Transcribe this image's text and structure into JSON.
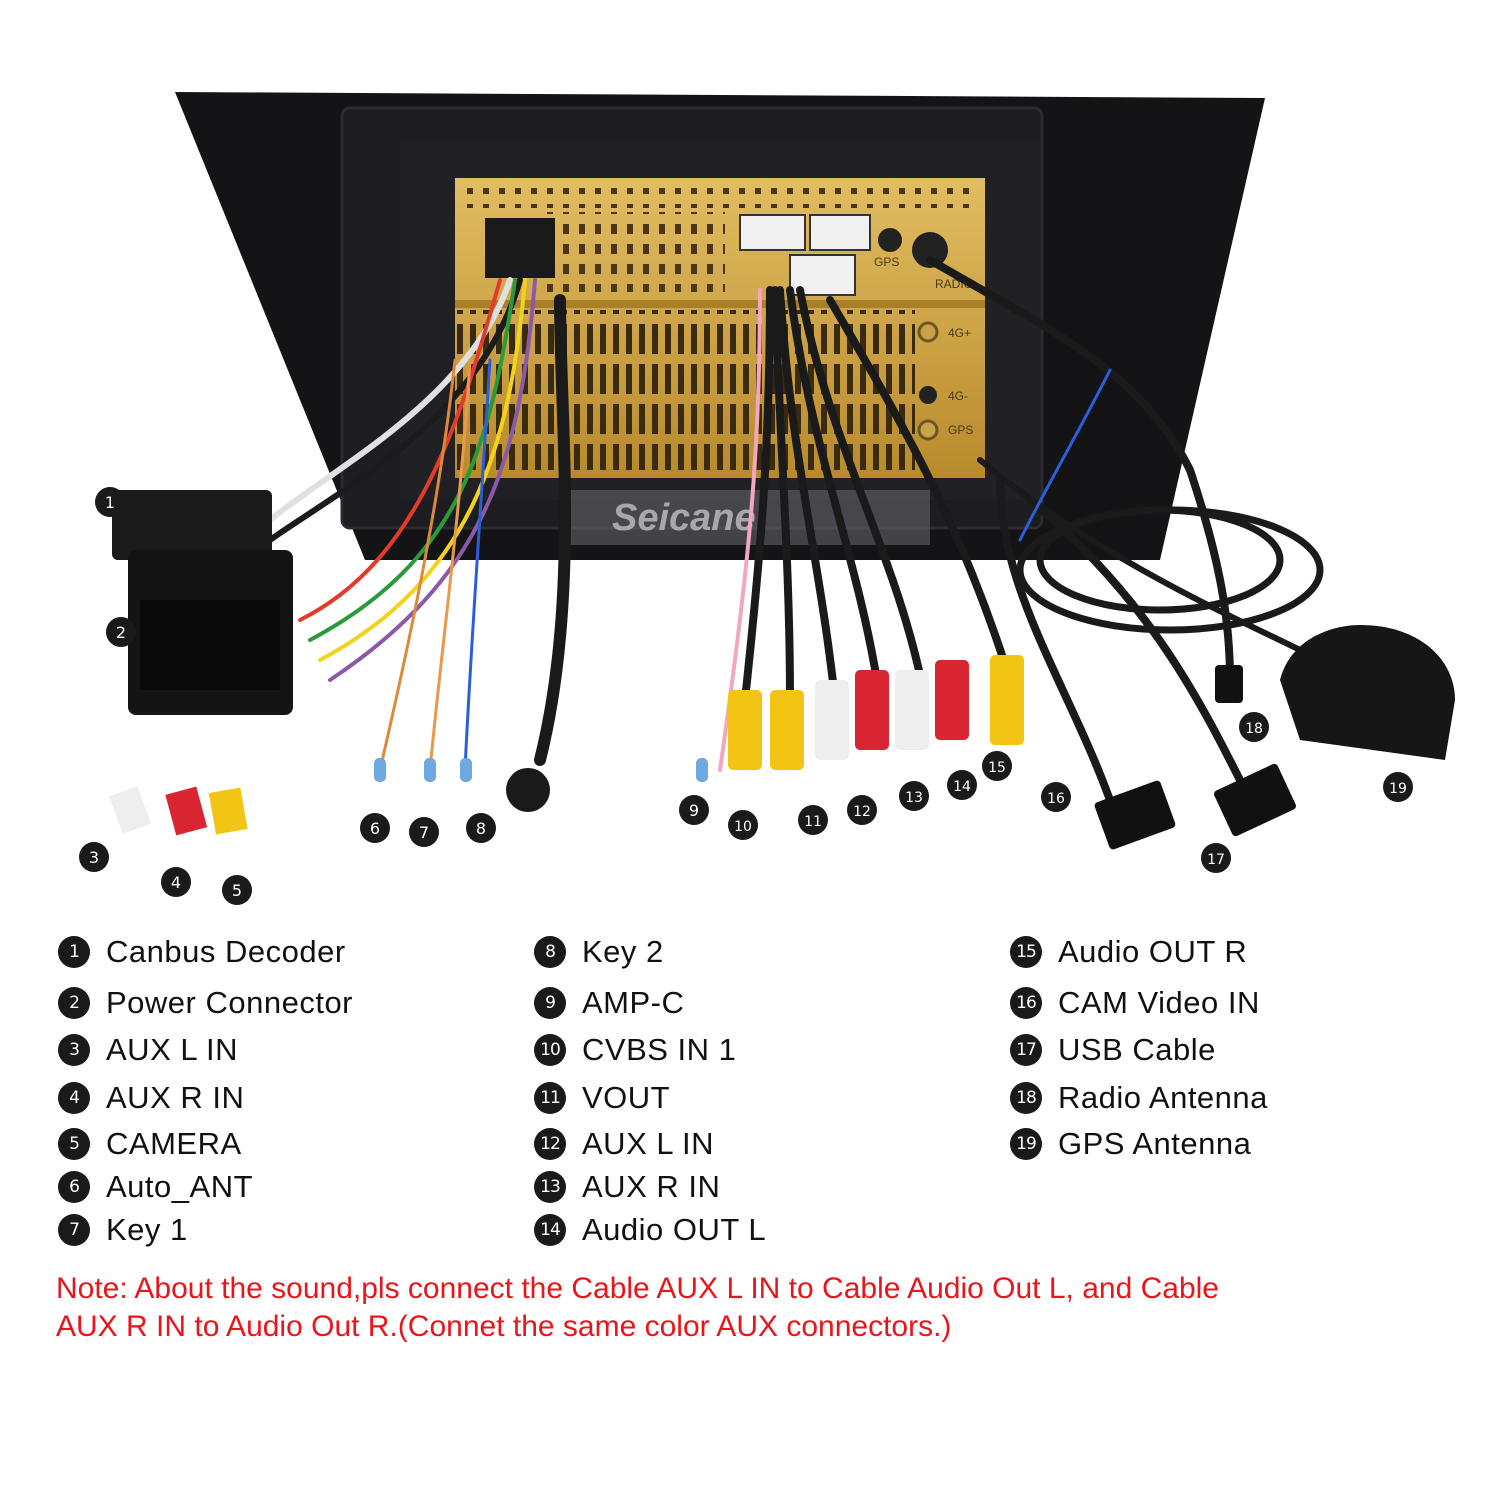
{
  "brand": {
    "watermark": "Seicane"
  },
  "panel_labels": {
    "gps": "GPS",
    "radio": "RADIO",
    "port_4g_plus": "4G+",
    "port_4g_minus": "4G-",
    "gps2": "GPS"
  },
  "callouts": [
    "1",
    "2",
    "3",
    "4",
    "5",
    "6",
    "7",
    "8",
    "9",
    "10",
    "11",
    "12",
    "13",
    "14",
    "15",
    "16",
    "17",
    "18",
    "19"
  ],
  "legend": [
    {
      "num": "1",
      "label": "Canbus Decoder"
    },
    {
      "num": "2",
      "label": "Power Connector"
    },
    {
      "num": "3",
      "label": "AUX L IN"
    },
    {
      "num": "4",
      "label": "AUX R IN"
    },
    {
      "num": "5",
      "label": "CAMERA"
    },
    {
      "num": "6",
      "label": "Auto_ANT"
    },
    {
      "num": "7",
      "label": "Key 1"
    },
    {
      "num": "8",
      "label": "Key 2"
    },
    {
      "num": "9",
      "label": "AMP-C"
    },
    {
      "num": "10",
      "label": "CVBS IN 1"
    },
    {
      "num": "11",
      "label": "VOUT"
    },
    {
      "num": "12",
      "label": "AUX L IN"
    },
    {
      "num": "13",
      "label": "AUX R IN"
    },
    {
      "num": "14",
      "label": "Audio OUT L"
    },
    {
      "num": "15",
      "label": "Audio OUT R"
    },
    {
      "num": "16",
      "label": "CAM Video IN"
    },
    {
      "num": "17",
      "label": "USB Cable"
    },
    {
      "num": "18",
      "label": "Radio Antenna"
    },
    {
      "num": "19",
      "label": "GPS Antenna"
    }
  ],
  "note": {
    "line1": "Note: About the sound,pls connect the Cable AUX L IN to Cable Audio Out L, and Cable",
    "line2": "AUX R IN to  Audio Out R.(Connet the same color AUX connectors.)"
  },
  "colors": {
    "note": "#e8151b",
    "chassis": "#c9a24a",
    "frame": "#141417",
    "rca_red": "#d92432",
    "rca_yellow": "#f2c414",
    "rca_white": "#eeeeee"
  }
}
